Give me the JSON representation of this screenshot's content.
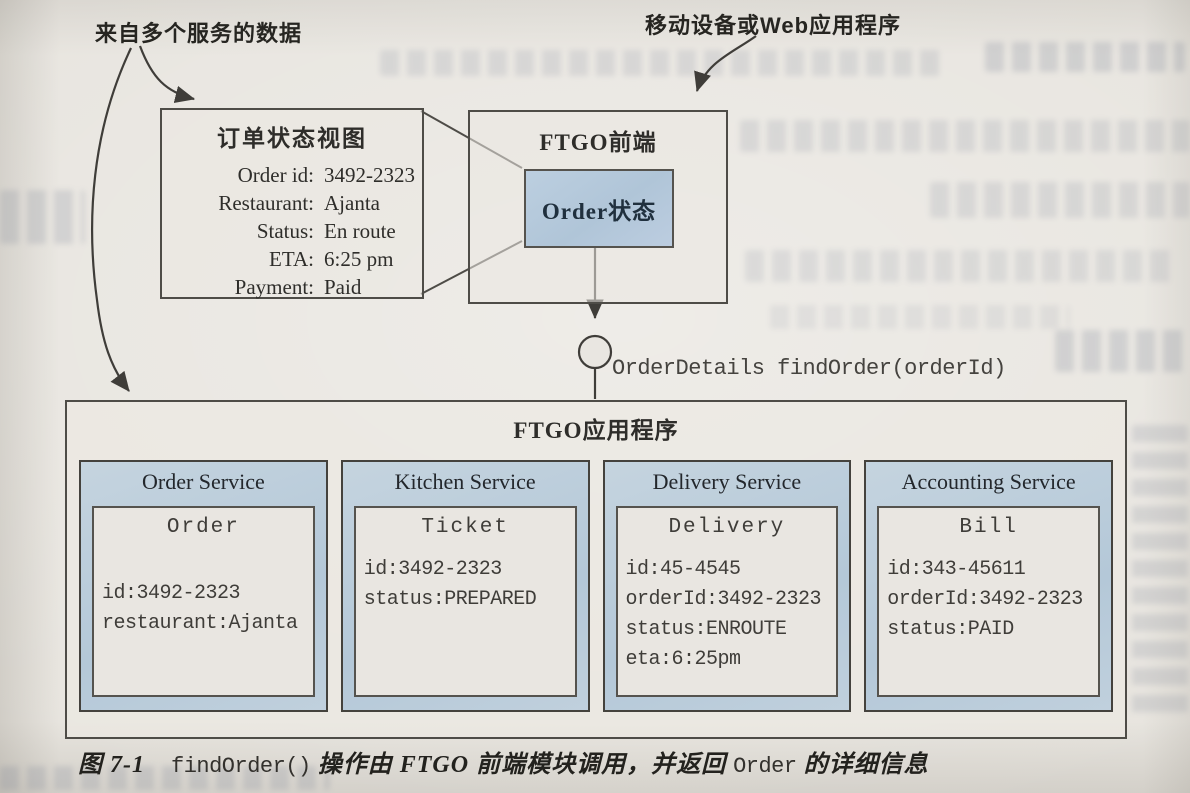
{
  "annotations": {
    "multi_service_data_label": "来自多个服务的数据",
    "mobile_web_label": "移动设备或Web应用程序"
  },
  "order_status_view": {
    "title": "订单状态视图",
    "fields": [
      {
        "label": "Order id:",
        "value": "3492-2323"
      },
      {
        "label": "Restaurant:",
        "value": "Ajanta"
      },
      {
        "label": "Status:",
        "value": "En route"
      },
      {
        "label": "ETA:",
        "value": "6:25 pm"
      },
      {
        "label": "Payment:",
        "value": "Paid"
      }
    ]
  },
  "ftgo_frontend": {
    "title": "FTGO前端",
    "inner_box": "Order状态"
  },
  "api_call": {
    "signature": "OrderDetails findOrder(orderId)"
  },
  "ftgo_application": {
    "title": "FTGO应用程序",
    "services": [
      {
        "name": "Order Service",
        "entity": "Order",
        "fields": [
          "id:3492-2323",
          "restaurant:Ajanta"
        ]
      },
      {
        "name": "Kitchen Service",
        "entity": "Ticket",
        "fields": [
          "id:3492-2323",
          "status:PREPARED"
        ]
      },
      {
        "name": "Delivery Service",
        "entity": "Delivery",
        "fields": [
          "id:45-4545",
          "orderId:3492-2323",
          "status:ENROUTE",
          "eta:6:25pm"
        ]
      },
      {
        "name": "Accounting Service",
        "entity": "Bill",
        "fields": [
          "id:343-45611",
          "orderId:3492-2323",
          "status:PAID"
        ]
      }
    ]
  },
  "caption": {
    "figure_label": "图 7-1",
    "code_findorder": "findOrder()",
    "text_mid": " 操作由 FTGO 前端模块调用，并返回 ",
    "code_order": "Order",
    "text_end": " 的详细信息"
  },
  "colors": {
    "page_background": "#e7e4de",
    "service_box_blue": "#b7cada",
    "frontend_inner_blue": "#b5c9da",
    "line_dark": "#4e4c47",
    "text_dark": "#2e2d2a"
  }
}
